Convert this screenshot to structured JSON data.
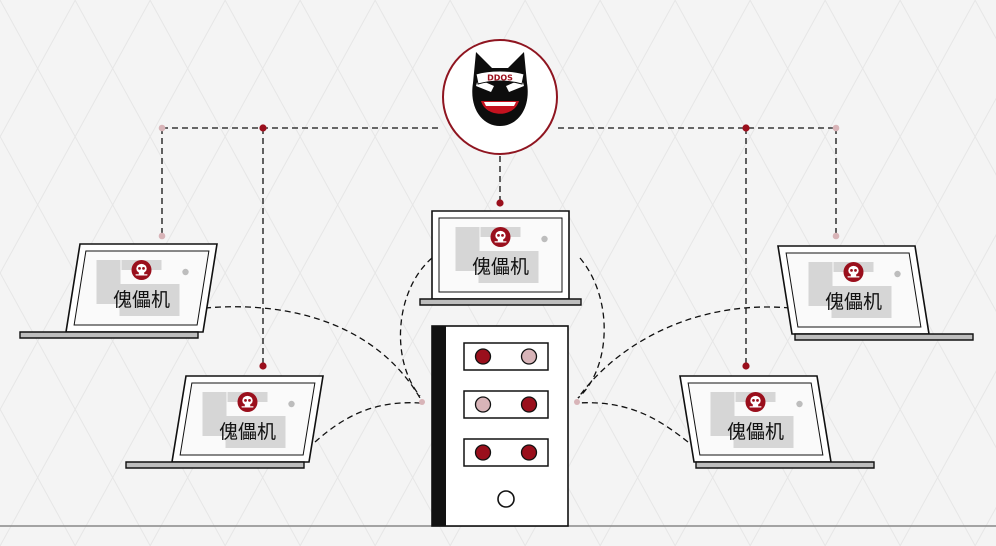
{
  "attacker": {
    "badge_text": "DDOS",
    "icon": "devil-cat-icon"
  },
  "zombie_label": "傀儡机",
  "zombies": [
    {
      "id": "zombie-top-center",
      "label": "傀儡机"
    },
    {
      "id": "zombie-left-upper",
      "label": "傀儡机"
    },
    {
      "id": "zombie-left-lower",
      "label": "傀儡机"
    },
    {
      "id": "zombie-right-upper",
      "label": "傀儡机"
    },
    {
      "id": "zombie-right-lower",
      "label": "傀儡机"
    }
  ],
  "server": {
    "icon": "server-tower-icon",
    "indicator_rows": [
      [
        "dark-red",
        "light-pink"
      ],
      [
        "light-pink",
        "dark-red"
      ],
      [
        "dark-red",
        "dark-red"
      ]
    ]
  },
  "colors": {
    "accent": "#9a0f1c",
    "node_light": "#d8b4b8",
    "background": "#f4f4f4",
    "line": "#111111"
  }
}
